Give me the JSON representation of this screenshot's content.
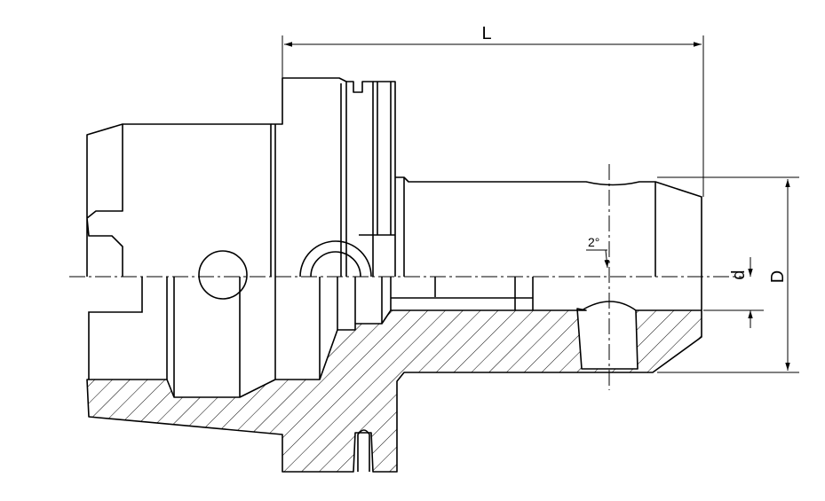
{
  "drawing": {
    "labels": {
      "length": "L",
      "bore_diameter": "d",
      "outer_diameter": "D",
      "taper_angle": "2°"
    },
    "colors": {
      "line": "#000000",
      "background": "#ffffff"
    }
  }
}
